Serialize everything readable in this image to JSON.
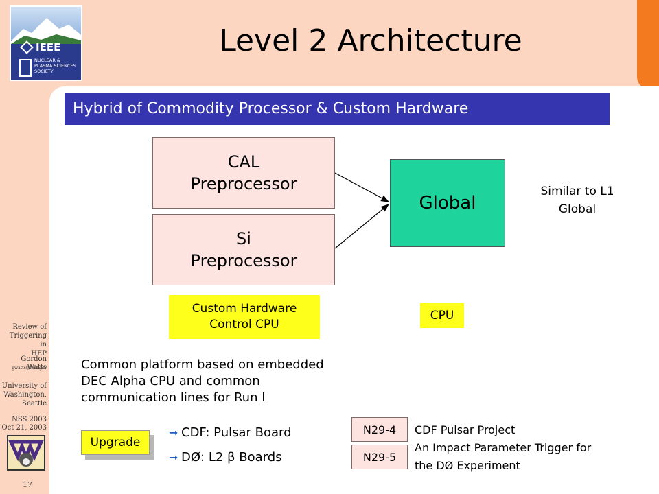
{
  "logo": {
    "brand": "IEEE",
    "society": "NUCLEAR & PLASMA SCIENCES SOCIETY"
  },
  "slide": {
    "title": "Level 2 Architecture",
    "banner": "Hybrid of Commodity Processor & Custom Hardware"
  },
  "diagram": {
    "cal": [
      "CAL",
      "Preprocessor"
    ],
    "si": [
      "Si",
      "Preprocessor"
    ],
    "global": "Global",
    "similar": [
      "Similar to L1",
      "Global"
    ],
    "custom_label": [
      "Custom Hardware",
      "Control CPU"
    ],
    "cpu_label": "CPU"
  },
  "body": {
    "common": [
      "Common platform based on embedded",
      "DEC Alpha CPU and common",
      "communication lines for Run I"
    ],
    "upgrade": "Upgrade",
    "cdf_board": "CDF: Pulsar Board",
    "d0_board": "DØ: L2 β Boards"
  },
  "references": [
    {
      "code": "N29-4",
      "text": "CDF Pulsar Project"
    },
    {
      "code": "N29-5",
      "text": "An Impact Parameter Trigger for"
    },
    {
      "code": "",
      "text": "the DØ Experiment"
    }
  ],
  "sidebar": {
    "review": [
      "Review of",
      "Triggering in",
      "HEP"
    ],
    "author": "Gordon Watts",
    "email": "gwatts@fnal.gov",
    "university": [
      "University of",
      "Washington,",
      "Seattle"
    ],
    "conference": [
      "NSS 2003",
      "Oct 21, 2003"
    ],
    "page": "17"
  },
  "colors": {
    "background": "#fcd6c0",
    "accent_orange": "#f47a1f",
    "banner_blue": "#3535b0",
    "preprocessor_pink": "#fde4e0",
    "global_green": "#1fd49c",
    "highlight_yellow": "#ffff1c"
  }
}
